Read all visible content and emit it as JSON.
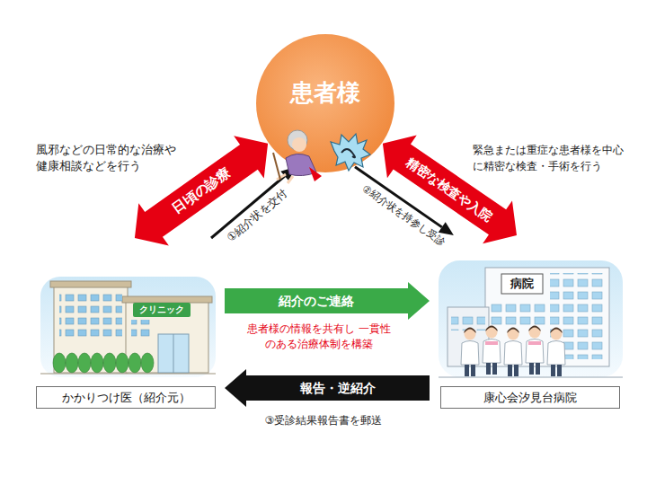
{
  "diagram": {
    "nodes": [
      {
        "text": [
          "患者様"
        ]
      },
      {
        "text": [
          "かかりつけ医（紹介元）"
        ]
      },
      {
        "text": [
          "康心会汐見台病院"
        ]
      }
    ],
    "edges": [
      {
        "from": 1,
        "to": 0,
        "arrow": "both",
        "label": "日頃の診療"
      },
      {
        "from": 1,
        "to": 0,
        "arrow": "to",
        "label": "①紹介状を交付"
      },
      {
        "from": 0,
        "to": 2,
        "arrow": "both",
        "label": "精密な検査や入院"
      },
      {
        "from": 0,
        "to": 2,
        "arrow": "to",
        "label": "②紹介状を持参し受診"
      },
      {
        "from": 1,
        "to": 2,
        "arrow": "to",
        "label": "紹介のご連絡"
      },
      {
        "from": 2,
        "to": 1,
        "arrow": "to",
        "label": "報告・逆紹介"
      }
    ],
    "labels": [
      "風邪などの日常的な治療や 健康相談などを行う",
      "緊急または重症な患者様を中心 に精密な検査・手術を行う",
      "患者様の情報を共有し 一貫性のある治療体制を構築",
      "③受診結果報告書を郵送",
      "クリニック",
      "病院"
    ]
  }
}
